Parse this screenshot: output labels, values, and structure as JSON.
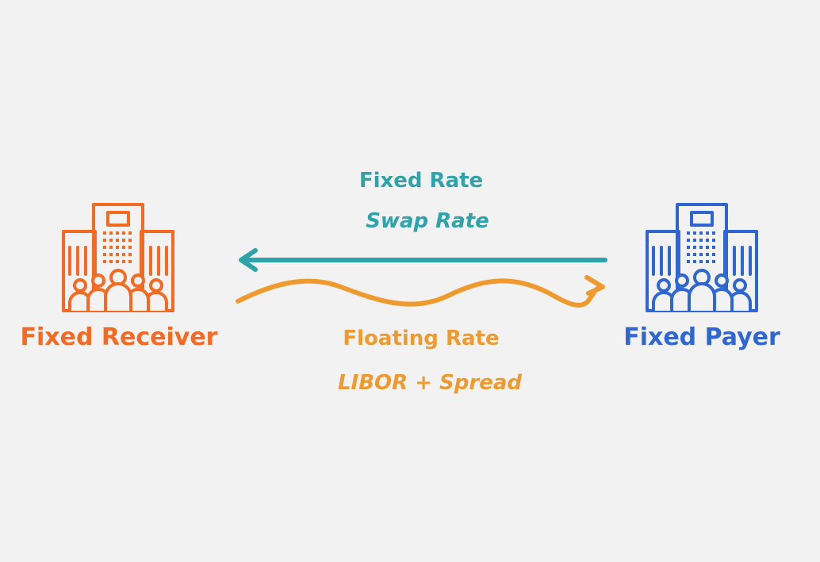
{
  "parties": {
    "receiver": {
      "label": "Fixed Receiver",
      "color": "#f36a22",
      "icon": "office-building-people-icon"
    },
    "payer": {
      "label": "Fixed Payer",
      "color": "#2f67d2",
      "icon": "office-building-people-icon"
    }
  },
  "flows": {
    "fixed": {
      "label": "Fixed Rate",
      "sublabel": "Swap Rate",
      "color": "#2ea3a9",
      "direction": "payer-to-receiver"
    },
    "floating": {
      "label": "Floating Rate",
      "sublabel": "LIBOR + Spread",
      "color": "#ef9a2e",
      "direction": "receiver-to-payer"
    }
  }
}
